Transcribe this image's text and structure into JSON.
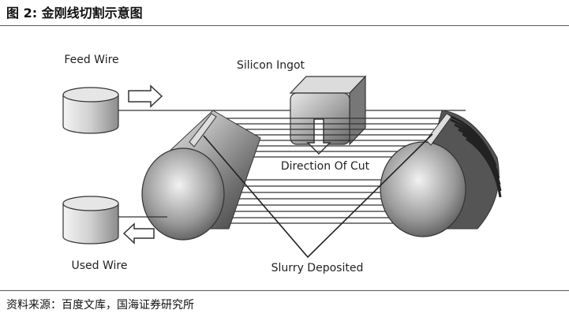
{
  "figure": {
    "title": "图 2:  金刚线切割示意图",
    "source": "资料来源：百度文库，国海证券研究所"
  },
  "diagram": {
    "labels": {
      "feed_wire": "Feed Wire",
      "silicon_ingot": "Silicon Ingot",
      "direction_of_cut": "Direction Of Cut",
      "used_wire": "Used Wire",
      "slurry_deposited": "Slurry Deposited"
    }
  }
}
